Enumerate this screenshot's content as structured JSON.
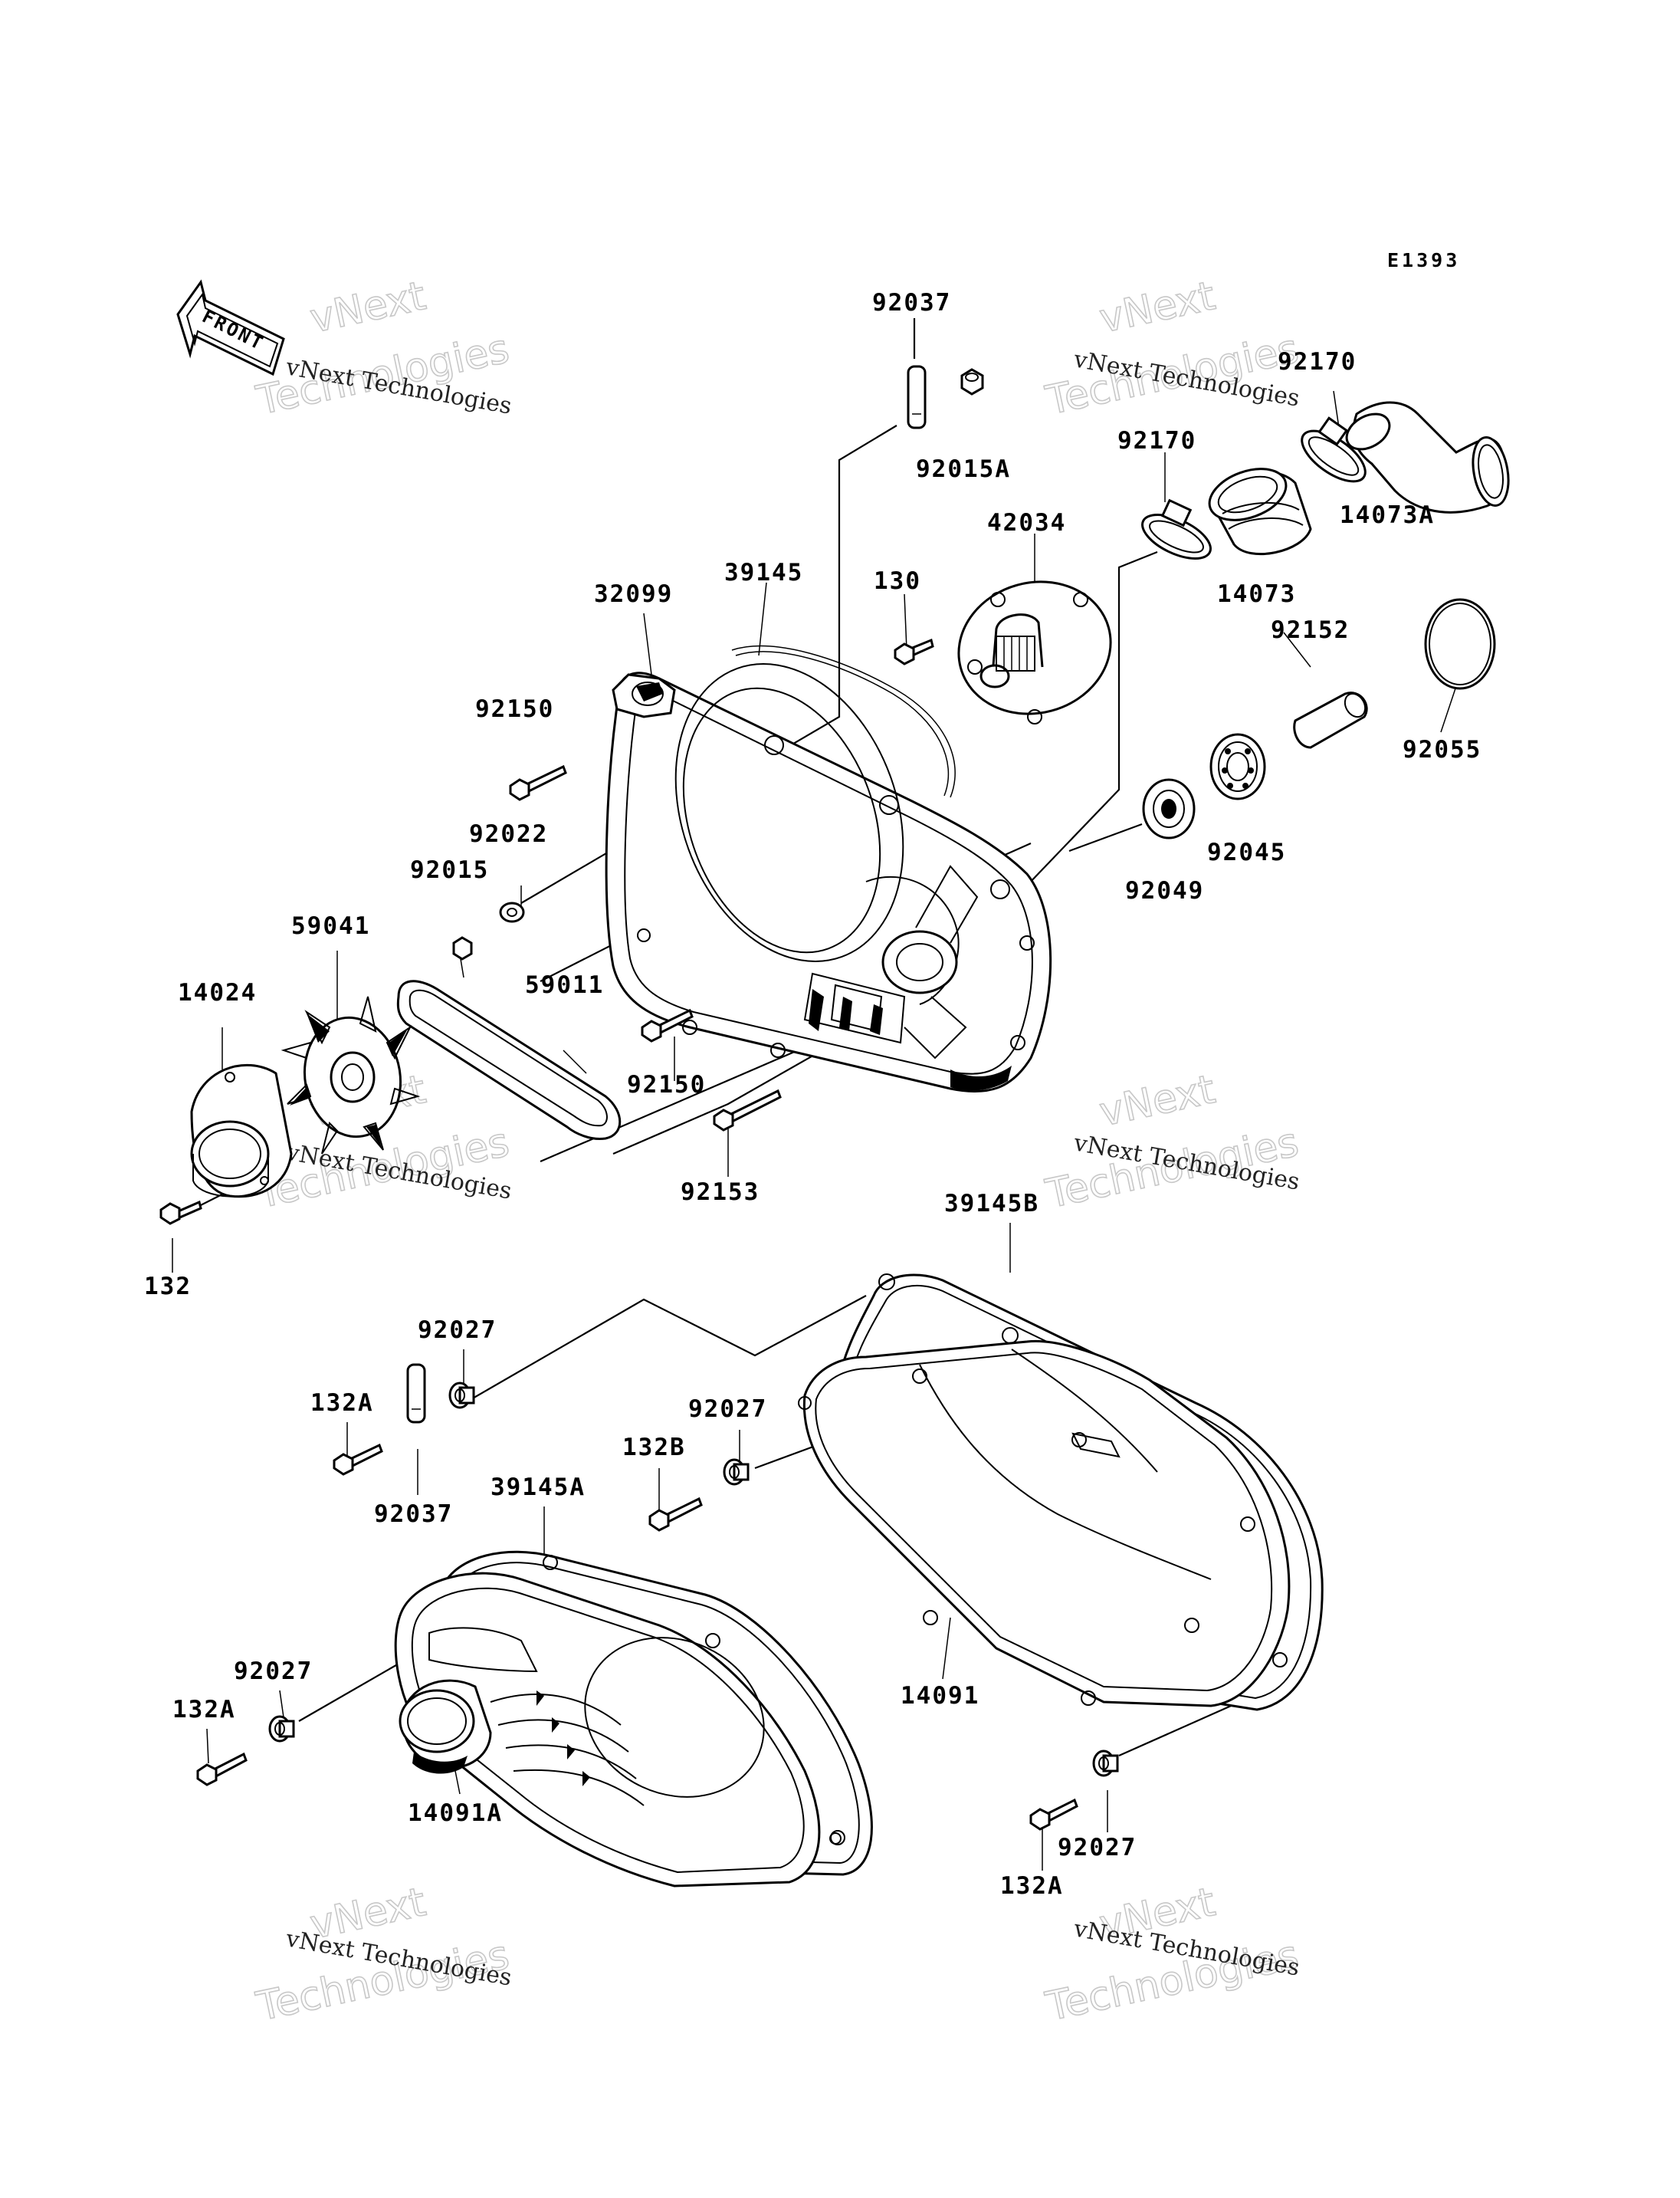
{
  "diagram_code": "E1393",
  "front_arrow_label": "FRONT",
  "watermark": {
    "line1": "vNext Technologies",
    "line2a": "vNext",
    "line2b": "Technologies"
  },
  "parts": [
    {
      "id": "p-92037-top",
      "label": "92037"
    },
    {
      "id": "p-92015A",
      "label": "92015A"
    },
    {
      "id": "p-92170-a",
      "label": "92170"
    },
    {
      "id": "p-92170-b",
      "label": "92170"
    },
    {
      "id": "p-14073A",
      "label": "14073A"
    },
    {
      "id": "p-42034",
      "label": "42034"
    },
    {
      "id": "p-14073",
      "label": "14073"
    },
    {
      "id": "p-130",
      "label": "130"
    },
    {
      "id": "p-39145",
      "label": "39145"
    },
    {
      "id": "p-32099",
      "label": "32099"
    },
    {
      "id": "p-92152",
      "label": "92152"
    },
    {
      "id": "p-92055",
      "label": "92055"
    },
    {
      "id": "p-92150-a",
      "label": "92150"
    },
    {
      "id": "p-92022",
      "label": "92022"
    },
    {
      "id": "p-92015",
      "label": "92015"
    },
    {
      "id": "p-92045",
      "label": "92045"
    },
    {
      "id": "p-92049",
      "label": "92049"
    },
    {
      "id": "p-59041",
      "label": "59041"
    },
    {
      "id": "p-59011",
      "label": "59011"
    },
    {
      "id": "p-14024",
      "label": "14024"
    },
    {
      "id": "p-92150-b",
      "label": "92150"
    },
    {
      "id": "p-92153",
      "label": "92153"
    },
    {
      "id": "p-132",
      "label": "132"
    },
    {
      "id": "p-39145B",
      "label": "39145B"
    },
    {
      "id": "p-92027-a",
      "label": "92027"
    },
    {
      "id": "p-132A-a",
      "label": "132A"
    },
    {
      "id": "p-92027-b",
      "label": "92027"
    },
    {
      "id": "p-132B",
      "label": "132B"
    },
    {
      "id": "p-92037-bot",
      "label": "92037"
    },
    {
      "id": "p-39145A",
      "label": "39145A"
    },
    {
      "id": "p-14091",
      "label": "14091"
    },
    {
      "id": "p-92027-c",
      "label": "92027"
    },
    {
      "id": "p-132A-b",
      "label": "132A"
    },
    {
      "id": "p-14091A",
      "label": "14091A"
    },
    {
      "id": "p-92027-d",
      "label": "92027"
    },
    {
      "id": "p-132A-c",
      "label": "132A"
    }
  ]
}
